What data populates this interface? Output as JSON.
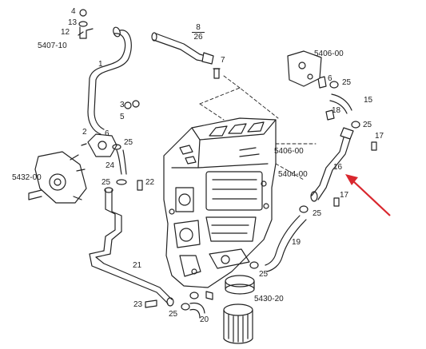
{
  "diagram": {
    "labels": {
      "p4": "4",
      "p13": "13",
      "p12": "12",
      "p5407_10": "5407-10",
      "p1": "1",
      "p3": "3",
      "p5": "5",
      "p2": "2",
      "p6": "6",
      "p25_a": "25",
      "p24": "24",
      "p25_b": "25",
      "p22": "22",
      "p5432_00": "5432-00",
      "p8": "8",
      "p26": "26",
      "p7": "7",
      "p5406_00_top": "5406-00",
      "p6_right": "6",
      "p25_c": "25",
      "p15": "15",
      "p18": "18",
      "p25_d": "25",
      "p17_a": "17",
      "p5406_00_mid": "5406-00",
      "p16": "16",
      "p5404_00": "5404-00",
      "p17_b": "17",
      "p25_e": "25",
      "p19": "19",
      "p25_f": "25",
      "p21": "21",
      "p23": "23",
      "p25_g": "25",
      "p20": "20",
      "p5430_20": "5430-20"
    },
    "arrow_color": "#d9272e",
    "line_color": "#222222"
  }
}
